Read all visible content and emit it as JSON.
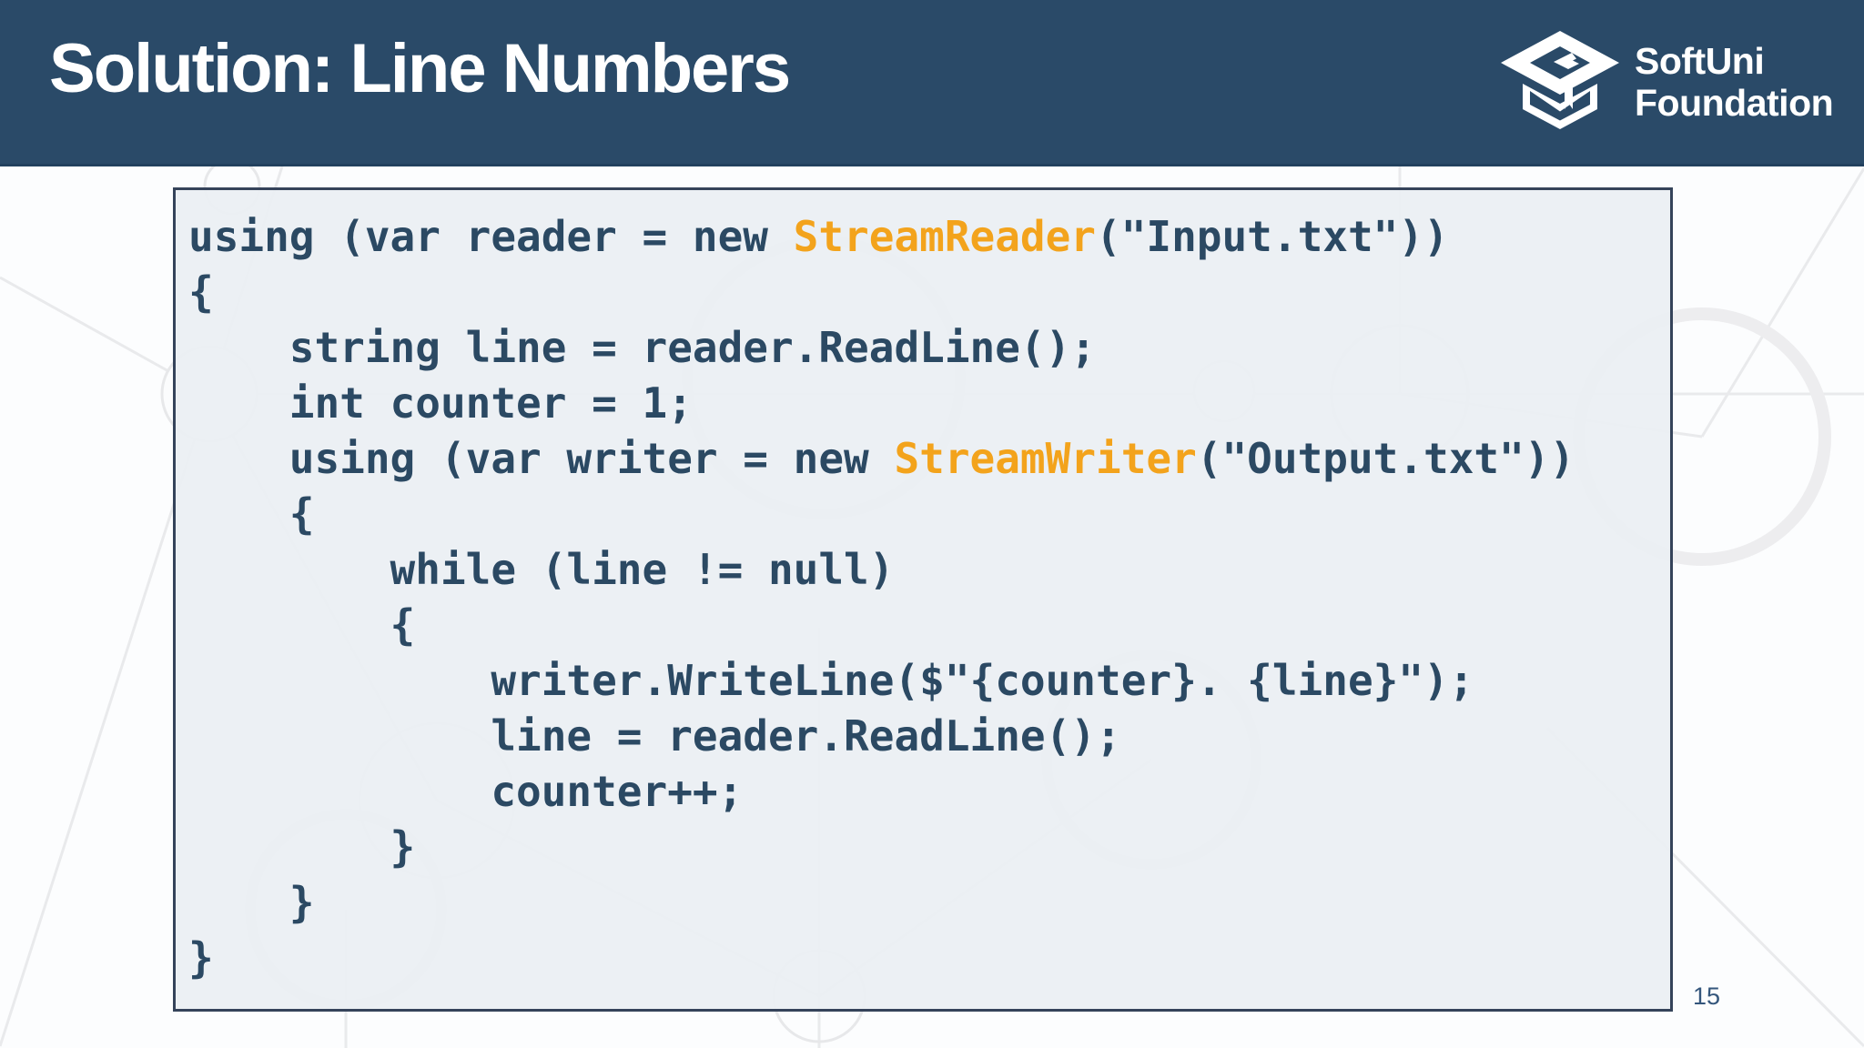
{
  "slide": {
    "title": "Solution: Line Numbers",
    "page_number": "15"
  },
  "logo": {
    "line1": "SoftUni",
    "line2": "Foundation",
    "icon": "graduation-cap-icon"
  },
  "colors": {
    "header_bg": "#2a4a68",
    "title_text": "#ffffff",
    "page_bg": "#fcfdfe",
    "code_panel_bg": "#ebeff3",
    "code_panel_border": "#35435a",
    "code_text": "#2b4963",
    "code_class_name": "#f3a31c",
    "page_number_text": "#34567c",
    "pattern_line": "#e9eaec"
  },
  "code": {
    "language": "csharp",
    "highlighted_class_names": [
      "StreamReader",
      "StreamWriter"
    ],
    "lines": [
      {
        "segs": [
          [
            "using (var reader = new ",
            "plain"
          ],
          [
            "StreamReader",
            "type"
          ],
          [
            "(\"Input.txt\"))",
            "plain"
          ]
        ]
      },
      {
        "segs": [
          [
            "{",
            "plain"
          ]
        ]
      },
      {
        "segs": [
          [
            "    string line = reader.ReadLine();",
            "plain"
          ]
        ]
      },
      {
        "segs": [
          [
            "    int counter = 1;",
            "plain"
          ]
        ]
      },
      {
        "segs": [
          [
            "    using (var writer = new ",
            "plain"
          ],
          [
            "StreamWriter",
            "type"
          ],
          [
            "(\"Output.txt\"))",
            "plain"
          ]
        ]
      },
      {
        "segs": [
          [
            "    {",
            "plain"
          ]
        ]
      },
      {
        "segs": [
          [
            "        while (line != null)",
            "plain"
          ]
        ]
      },
      {
        "segs": [
          [
            "        {",
            "plain"
          ]
        ]
      },
      {
        "segs": [
          [
            "            writer.WriteLine($\"{counter}. {line}\");",
            "plain"
          ]
        ]
      },
      {
        "segs": [
          [
            "            line = reader.ReadLine();",
            "plain"
          ]
        ]
      },
      {
        "segs": [
          [
            "            counter++;",
            "plain"
          ]
        ]
      },
      {
        "segs": [
          [
            "        }",
            "plain"
          ]
        ]
      },
      {
        "segs": [
          [
            "    }",
            "plain"
          ]
        ]
      },
      {
        "segs": [
          [
            "}",
            "plain"
          ]
        ]
      }
    ]
  }
}
